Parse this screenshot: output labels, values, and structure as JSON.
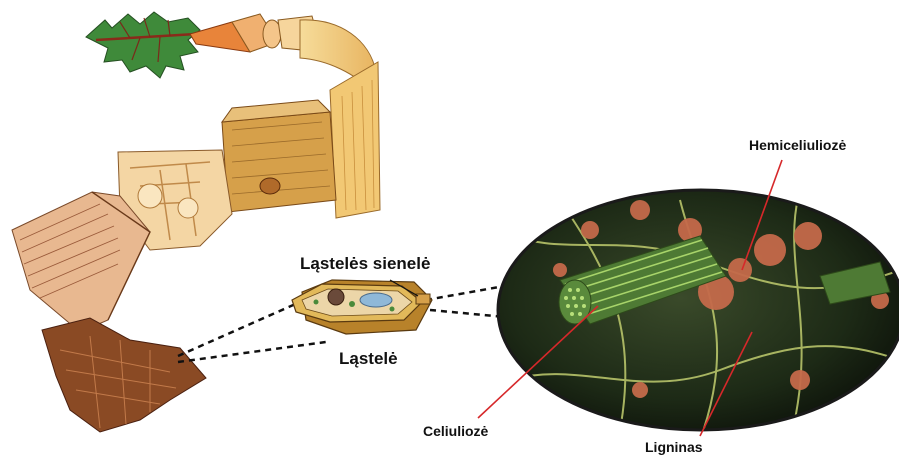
{
  "labels": {
    "cell_wall": "Ląstelės sienelė",
    "cell": "Ląstelė",
    "hemicellulose": "Hemiceliuliozė",
    "cellulose": "Celiuliozė",
    "lignin": "Ligninas"
  },
  "colors": {
    "leaf": "#3f8a3a",
    "stem": "#e8843a",
    "wood_light": "#f3d08a",
    "wood_dark": "#b9783a",
    "bark": "#8a4a24",
    "cell_body": "#e2b95a",
    "oval_bg": "#1d2a16",
    "cellulose_fibers": "#9fc76a",
    "hemicellulose": "#c46a4a",
    "pointer_lines": "#d6282a"
  }
}
